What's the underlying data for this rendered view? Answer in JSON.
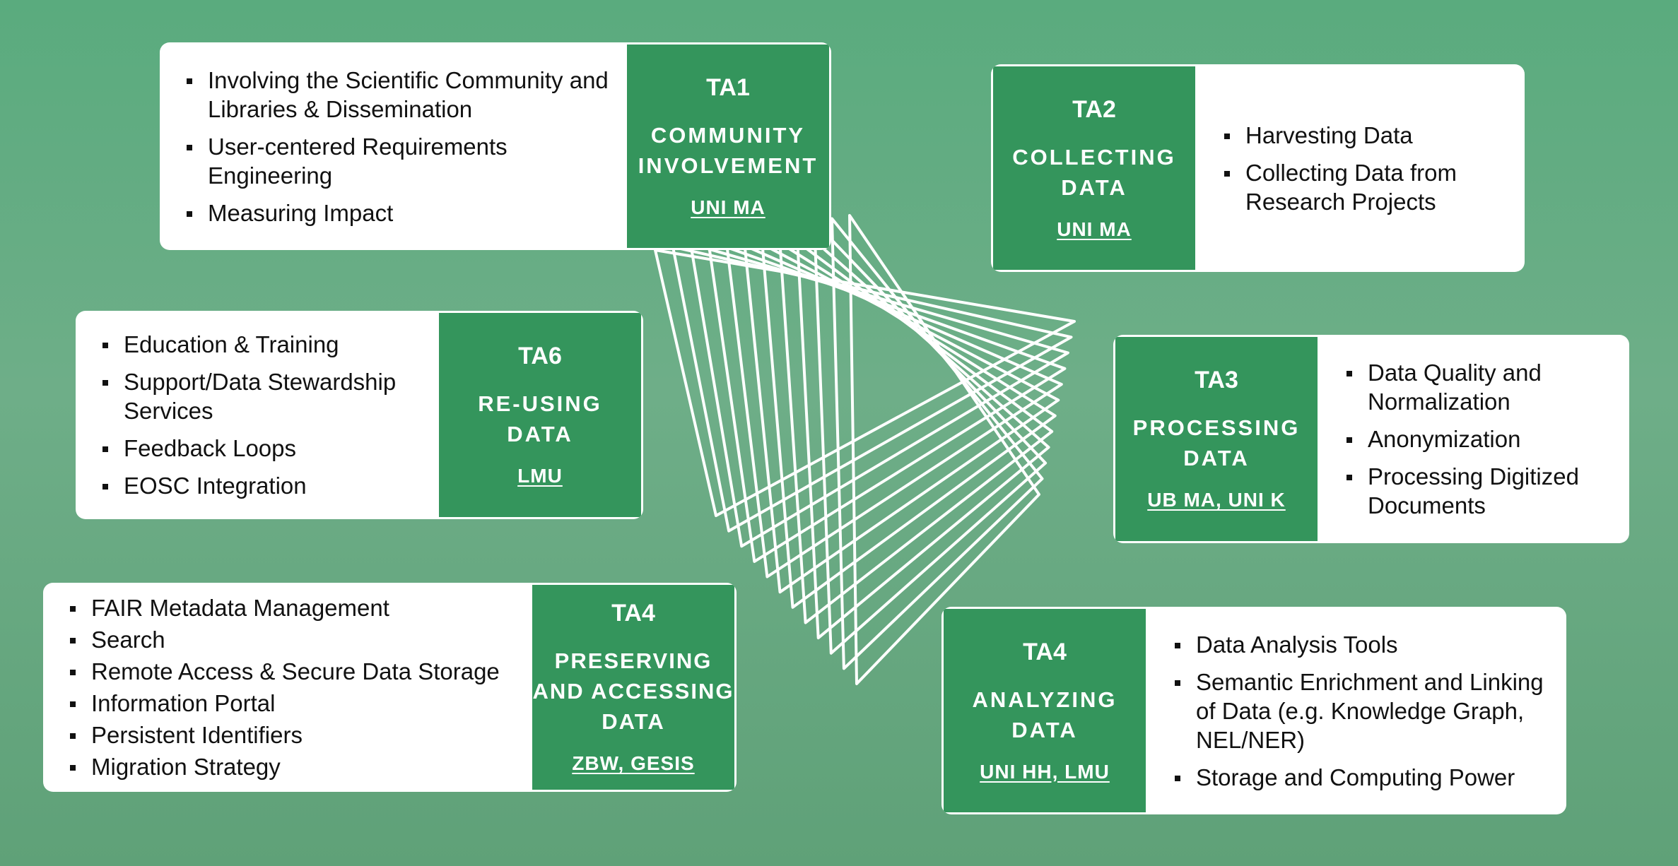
{
  "cards": {
    "ta1": {
      "code": "TA1",
      "title": "COMMUNITY\nINVOLVEMENT",
      "org": "UNI MA",
      "items": [
        "Involving the Scientific Community and Libraries & Dissemination",
        "User-centered Requirements Engineering",
        "Measuring Impact"
      ]
    },
    "ta2": {
      "code": "TA2",
      "title": "COLLECTING\nDATA",
      "org": "UNI MA",
      "items": [
        "Harvesting Data",
        "Collecting Data from Research Projects"
      ]
    },
    "ta3": {
      "code": "TA3",
      "title": "PROCESSING\nDATA",
      "org": "UB MA, UNI K",
      "items": [
        "Data Quality and Normalization",
        "Anonymization",
        "Processing Digitized Documents"
      ]
    },
    "ta4a": {
      "code": "TA4",
      "title": "ANALYZING\nDATA",
      "org": "UNI HH, LMU",
      "items": [
        "Data Analysis Tools",
        "Semantic Enrichment and Linking of Data (e.g. Knowledge Graph, NEL/NER)",
        "Storage and Computing Power"
      ]
    },
    "ta4p": {
      "code": "TA4",
      "title": "PRESERVING\nAND ACCESSING\nDATA",
      "org": "ZBW, GESIS",
      "items": [
        "FAIR Metadata Management",
        "Search",
        "Remote Access & Secure Data Storage",
        "Information Portal",
        "Persistent Identifiers",
        "Migration Strategy"
      ]
    },
    "ta6": {
      "code": "TA6",
      "title": "RE-USING\nDATA",
      "org": "LMU",
      "items": [
        "Education & Training",
        "Support/Data Stewardship Services",
        "Feedback Loops",
        "EOSC Integration"
      ]
    }
  },
  "colors": {
    "accent": "#34955c",
    "background": "#62a67d",
    "card": "#ffffff"
  }
}
